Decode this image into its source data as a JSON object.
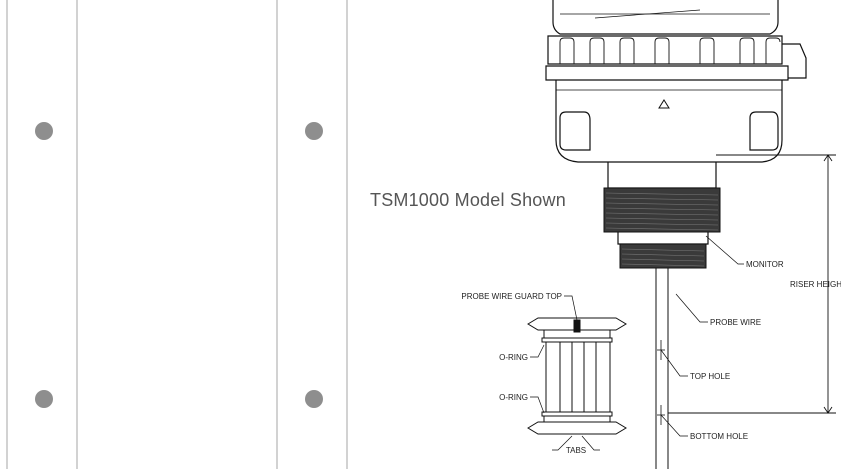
{
  "caption": "TSM1000 Model Shown",
  "callouts": {
    "monitor": "MONITOR",
    "probe_wire": "PROBE WIRE",
    "top_hole": "TOP HOLE",
    "bottom_hole": "BOTTOM HOLE",
    "riser_height": "RISER HEIGHT",
    "probe_wire_guard_top": "PROBE WIRE GUARD TOP",
    "o_ring_top": "O-RING",
    "o_ring_bottom": "O-RING",
    "tabs": "TABS"
  },
  "colors": {
    "strip_border": "#d2d2d2",
    "strip_hole": "#8e8e8e",
    "line": "#111111"
  }
}
